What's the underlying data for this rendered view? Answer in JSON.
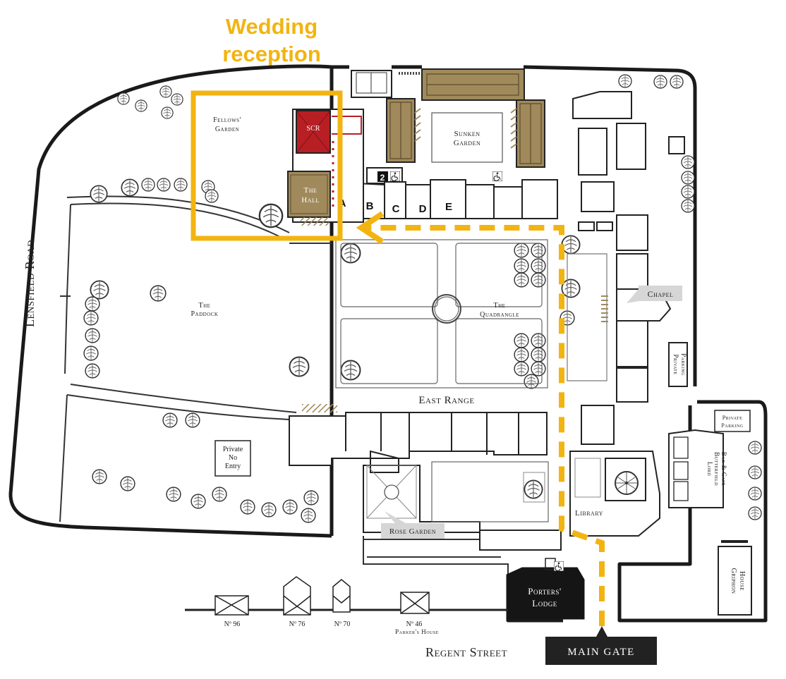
{
  "callout": {
    "line1": "Wedding",
    "line2": "reception"
  },
  "labels": {
    "fellows_garden_1": "Fellows'",
    "fellows_garden_2": "Garden",
    "scr": "SCR",
    "the_hall_1": "The",
    "the_hall_2": "Hall",
    "sunken_garden_1": "Sunken",
    "sunken_garden_2": "Garden",
    "staircase_2": "2",
    "stair_a": "A",
    "stair_b": "B",
    "stair_c": "C",
    "stair_d": "D",
    "stair_e": "E",
    "the_paddock_1": "The",
    "the_paddock_2": "Paddock",
    "the_quadrangle_1": "The",
    "the_quadrangle_2": "Quadrangle",
    "chapel": "Chapel",
    "private_parking_1": "Private",
    "private_parking_2": "Parking",
    "private_parking2_1": "Private",
    "private_parking2_2": "Parking",
    "east_range": "East Range",
    "lensfield_road": "Lensfield Road",
    "private_no_entry_1": "Private",
    "private_no_entry_2": "No",
    "private_no_entry_3": "Entry",
    "rose_garden": "Rose Garden",
    "library": "Library",
    "lord_butterfield_1": "Lord",
    "lord_butterfield_2": "Butterfield",
    "lord_butterfield_3": "Bar & Café",
    "griphon_house_1": "Griphon",
    "griphon_house_2": "House",
    "porters_lodge_1": "Porters'",
    "porters_lodge_2": "Lodge",
    "no96": "Nº 96",
    "no76": "Nº 76",
    "no70": "Nº 70",
    "no46": "Nº 46",
    "parkers_house": "Parker's House",
    "regent_street": "Regent Street",
    "main_gate": "MAIN GATE"
  },
  "icons": [
    "wheelchair-icon",
    "wheelchair-icon",
    "wheelchair-icon",
    "tree-icon",
    "umbrella-icon"
  ],
  "colors": {
    "highlight": "#f2b411",
    "building_tan": "#a08a5c",
    "scr_red": "#b81f24",
    "label_box_grey": "#d6d6d6",
    "main_gate_bg": "#222222"
  }
}
